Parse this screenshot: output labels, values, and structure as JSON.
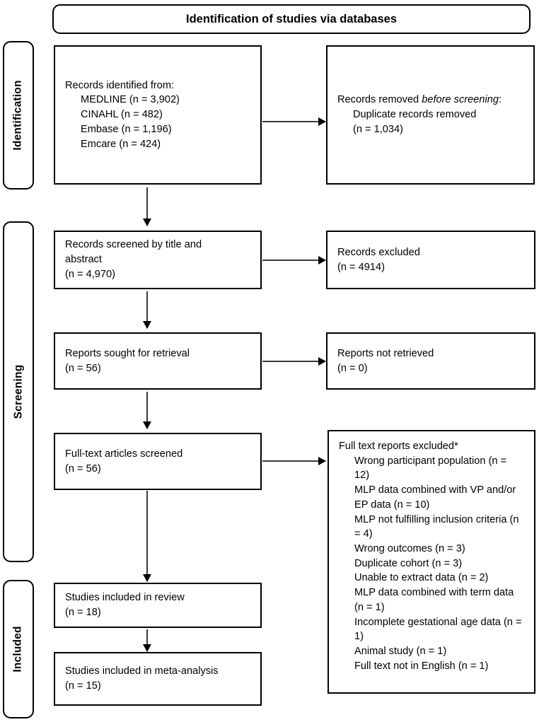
{
  "diagram": {
    "title": "Identification of studies via databases",
    "phases": [
      {
        "id": "identification",
        "label": "Identification"
      },
      {
        "id": "screening",
        "label": "Screening"
      },
      {
        "id": "included",
        "label": "Included"
      }
    ],
    "boxes": {
      "records_identified": {
        "heading": "Records identified from:",
        "sources": [
          "MEDLINE (n = 3,902)",
          "CINAHL (n = 482)",
          "Embase (n = 1,196)",
          "Emcare (n = 424)"
        ]
      },
      "records_removed": {
        "heading_before": "Records removed ",
        "heading_italic": "before screening",
        "heading_after": ":",
        "items": [
          "Duplicate records removed",
          "(n = 1,034)"
        ]
      },
      "records_screened": {
        "line1": "Records screened by title and",
        "line2": "abstract",
        "count": "(n = 4,970)"
      },
      "records_excluded": {
        "line1": "Records excluded",
        "count": "(n = 4914)"
      },
      "reports_sought": {
        "line1": "Reports sought for retrieval",
        "count": "(n = 56)"
      },
      "reports_not_retrieved": {
        "line1": "Reports not retrieved",
        "count": "(n = 0)"
      },
      "fulltext_screened": {
        "line1": "Full-text articles screened",
        "count": "(n = 56)"
      },
      "fulltext_excluded": {
        "heading": "Full text reports excluded*",
        "reasons": [
          "Wrong participant population (n = 12)",
          "MLP data combined with VP and/or EP data (n = 10)",
          "MLP not fulfilling inclusion criteria (n = 4)",
          "Wrong outcomes (n = 3)",
          "Duplicate cohort (n = 3)",
          "Unable to extract data (n = 2)",
          "MLP data combined with term data (n = 1)",
          "Incomplete gestational age data (n = 1)",
          "Animal study (n = 1)",
          "Full text not in English (n = 1)"
        ]
      },
      "studies_review": {
        "line1": "Studies included in review",
        "count": "(n = 18)"
      },
      "studies_meta": {
        "line1": "Studies included in meta-analysis",
        "count": "(n = 15)"
      }
    }
  }
}
